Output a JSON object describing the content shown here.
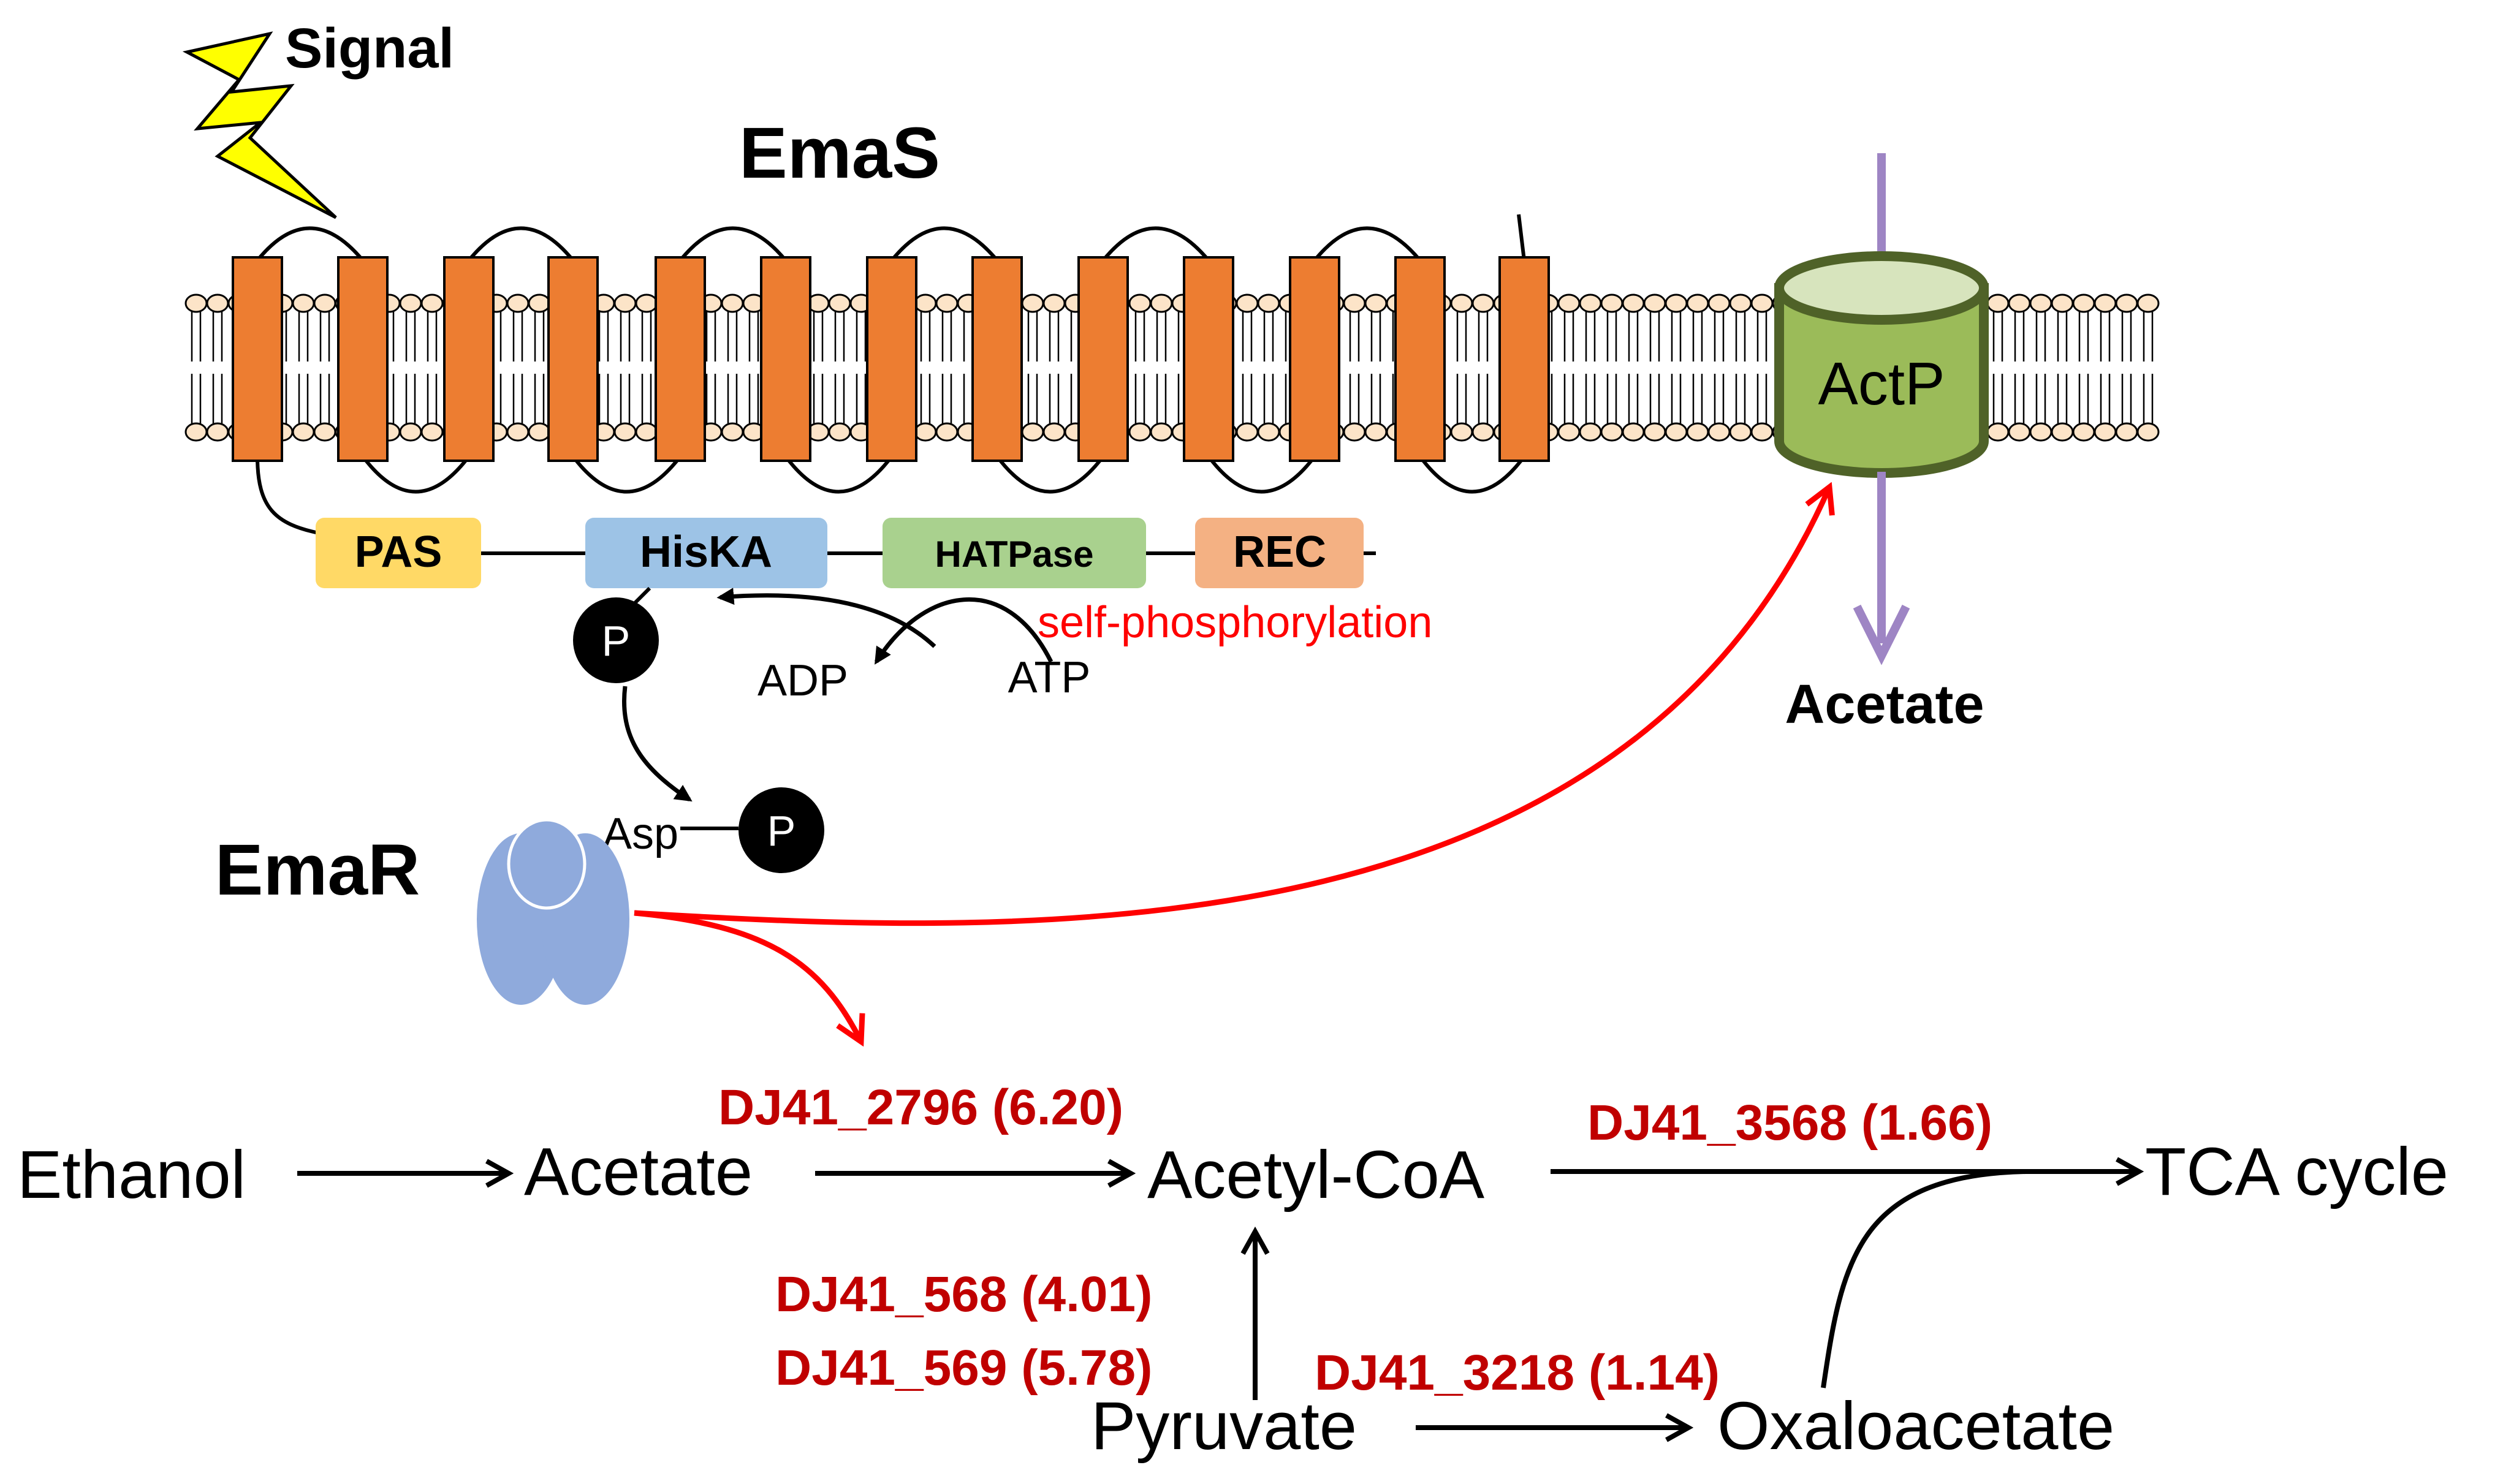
{
  "signal_label": "Signal",
  "sensor_kinase": {
    "name": "EmaS"
  },
  "domains": {
    "pas": "PAS",
    "hiska": "HisKA",
    "hatpase": "HATPase",
    "rec": "REC"
  },
  "phosphorylation": {
    "phosphate": "P",
    "adp": "ADP",
    "atp": "ATP",
    "self_label": "self-phosphorylation",
    "asp": "Asp"
  },
  "response_regulator": {
    "name": "EmaR"
  },
  "transporter": {
    "name": "ActP",
    "product": "Acetate"
  },
  "pathway": {
    "ethanol": "Ethanol",
    "acetate": "Acetate",
    "acetyl_coa": "Acetyl-CoA",
    "tca": "TCA cycle",
    "pyruvate": "Pyruvate",
    "oxaloacetate": "Oxaloacetate"
  },
  "genes": {
    "g2796": "DJ41_2796 (6.20)",
    "g3568": "DJ41_3568 (1.66)",
    "g568": "DJ41_568 (4.01)",
    "g569": "DJ41_569 (5.78)",
    "g3218": "DJ41_3218 (1.14)"
  },
  "colors": {
    "helix": "#ED7D31",
    "lipid_head": "#FCE4C8",
    "pas": "#FFD966",
    "hiska": "#9DC3E6",
    "hatpase": "#A9D18E",
    "rec": "#F4B183",
    "actp": "#9BBB59",
    "actp_border": "#4F6228",
    "emar": "#8FAADC",
    "lightning": "#FFFF00",
    "regulation_arrow": "#FF0000",
    "gene_label": "#C00000",
    "transport_arrow": "#9E85C4"
  }
}
